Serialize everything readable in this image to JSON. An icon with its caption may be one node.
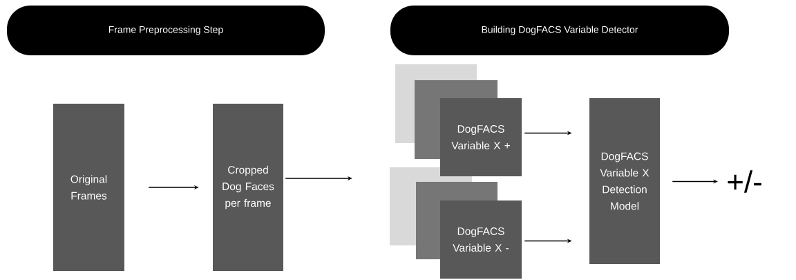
{
  "diagram": {
    "nodes": [
      {
        "text": [
          "Frame Preprocessing Step"
        ]
      },
      {
        "text": [
          "Building DogFACS Variable Detector"
        ]
      },
      {
        "text": [
          "Original Frames"
        ]
      },
      {
        "text": [
          "Cropped Dog Faces per frame"
        ]
      },
      {
        "text": [
          "DogFACS Variable X +"
        ]
      },
      {
        "text": [
          "DogFACS Variable X -"
        ]
      },
      {
        "text": [
          "DogFACS Variable X Detection Model"
        ]
      },
      {
        "text": [
          "+/-"
        ]
      }
    ],
    "edges": [
      {
        "from": 2,
        "to": 3,
        "arrow": "to"
      },
      {
        "from": 3,
        "to": null,
        "arrow": "to"
      },
      {
        "from": 4,
        "to": 6,
        "arrow": "to"
      },
      {
        "from": 5,
        "to": 6,
        "arrow": "to"
      },
      {
        "from": 6,
        "to": 7,
        "arrow": "to"
      }
    ]
  }
}
